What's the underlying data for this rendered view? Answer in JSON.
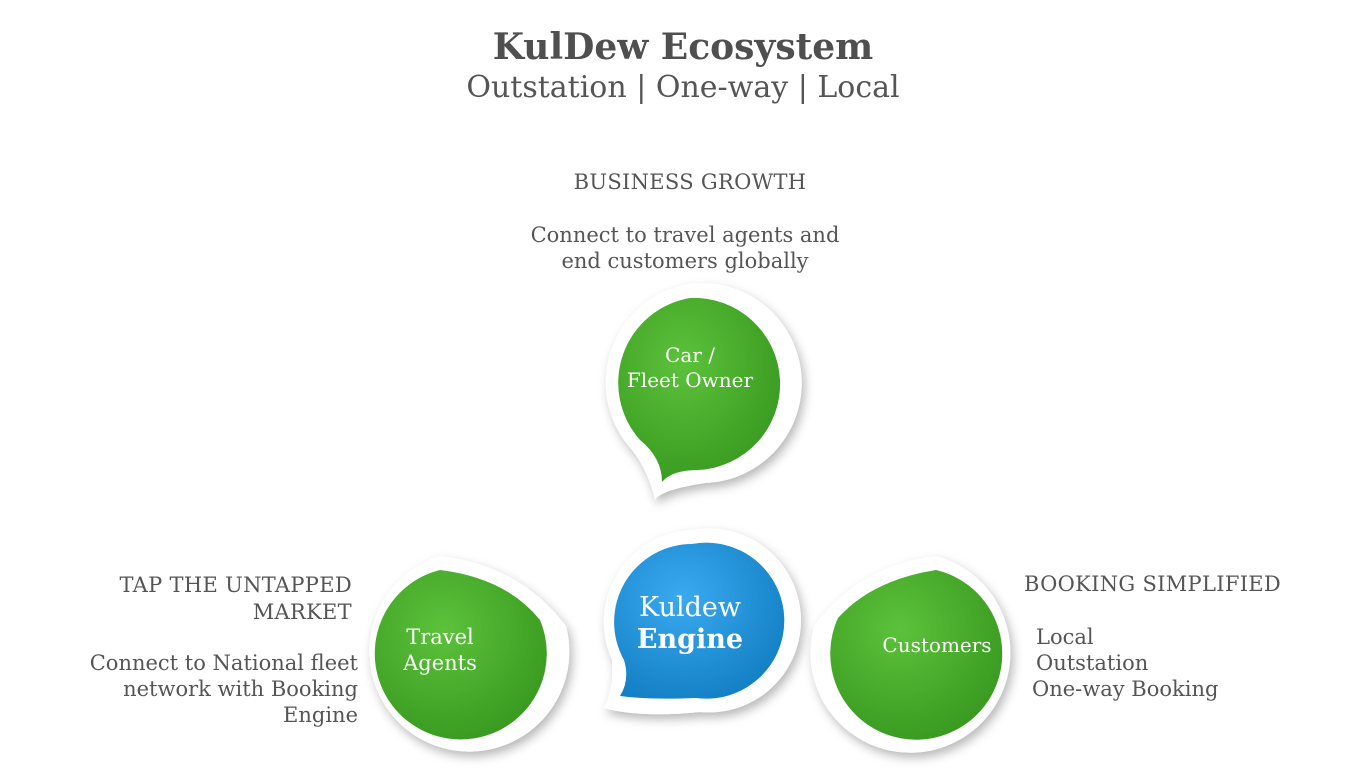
{
  "header": {
    "title": "KulDew Ecosystem",
    "subtitle": "Outstation | One-way | Local"
  },
  "nodes": {
    "fleet_owner": {
      "label_lines": [
        "Car /",
        "Fleet Owner"
      ],
      "heading": "BUSINESS GROWTH",
      "description_lines": [
        "Connect to travel agents and",
        "end customers globally"
      ]
    },
    "travel_agents": {
      "label_lines": [
        "Travel",
        "Agents"
      ],
      "heading_lines": [
        "TAP THE UNTAPPED",
        "MARKET"
      ],
      "description_lines": [
        "Connect to National fleet",
        "network with Booking",
        "Engine"
      ]
    },
    "customers": {
      "label": "Customers",
      "heading": "BOOKING SIMPLIFIED",
      "description_lines": [
        "Local",
        "Outstation",
        "One-way Booking"
      ]
    },
    "engine": {
      "label_lines": [
        "Kuldew",
        "Engine"
      ]
    }
  },
  "colors": {
    "green": "#3fa52a",
    "green_light": "#5cc23b",
    "blue": "#1a8fd6",
    "blue_light": "#3aaaf0",
    "text": "#555555"
  }
}
